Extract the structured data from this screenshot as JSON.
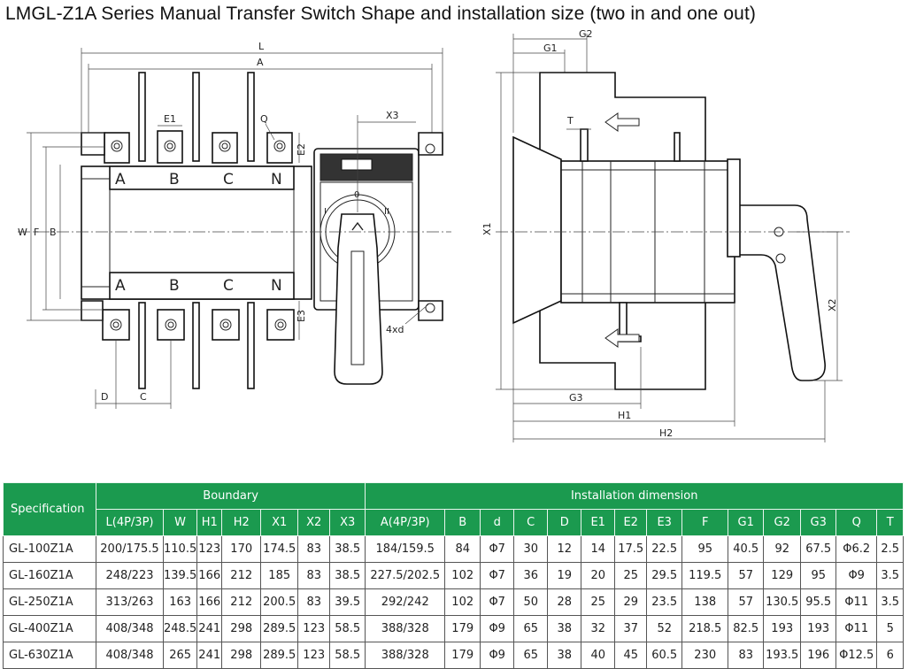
{
  "title": "LMGL-Z1A Series Manual Transfer Switch Shape and installation size (two in and one out)",
  "drawing": {
    "front_labels": {
      "L": "L",
      "A": "A",
      "E1": "E1",
      "Q": "Q",
      "X3": "X3",
      "E2": "E2",
      "E3": "E3",
      "W": "W",
      "F": "F",
      "B": "B",
      "D": "D",
      "C": "C",
      "d4": "4xd"
    },
    "pole_letters": [
      "A",
      "B",
      "C",
      "N"
    ],
    "dial_marks": [
      "I",
      "0",
      "II"
    ],
    "side_labels": {
      "G1": "G1",
      "G2": "G2",
      "T": "T",
      "X1": "X1",
      "X2": "X2",
      "G3": "G3",
      "H1": "H1",
      "H2": "H2"
    }
  },
  "table": {
    "specification": "Specification",
    "boundary": "Boundary",
    "installation": "Installation dimension",
    "columns": [
      "L(4P/3P)",
      "W",
      "H1",
      "H2",
      "X1",
      "X2",
      "X3",
      "A(4P/3P)",
      "B",
      "d",
      "C",
      "D",
      "E1",
      "E2",
      "E3",
      "F",
      "G1",
      "G2",
      "G3",
      "Q",
      "T"
    ],
    "rows": [
      [
        "GL-100Z1A",
        "200/175.5",
        "110.5",
        "123",
        "170",
        "174.5",
        "83",
        "38.5",
        "184/159.5",
        "84",
        "Φ7",
        "30",
        "12",
        "14",
        "17.5",
        "22.5",
        "95",
        "40.5",
        "92",
        "67.5",
        "Φ6.2",
        "2.5"
      ],
      [
        "GL-160Z1A",
        "248/223",
        "139.5",
        "166",
        "212",
        "185",
        "83",
        "38.5",
        "227.5/202.5",
        "102",
        "Φ7",
        "36",
        "19",
        "20",
        "25",
        "29.5",
        "119.5",
        "57",
        "129",
        "95",
        "Φ9",
        "3.5"
      ],
      [
        "GL-250Z1A",
        "313/263",
        "163",
        "166",
        "212",
        "200.5",
        "83",
        "39.5",
        "292/242",
        "102",
        "Φ7",
        "50",
        "28",
        "25",
        "29",
        "23.5",
        "138",
        "57",
        "130.5",
        "95.5",
        "Φ11",
        "3.5"
      ],
      [
        "GL-400Z1A",
        "408/348",
        "248.5",
        "241",
        "298",
        "289.5",
        "123",
        "58.5",
        "388/328",
        "179",
        "Φ9",
        "65",
        "38",
        "32",
        "37",
        "52",
        "218.5",
        "82.5",
        "193",
        "193",
        "Φ11",
        "5"
      ],
      [
        "GL-630Z1A",
        "408/348",
        "265",
        "241",
        "298",
        "289.5",
        "123",
        "58.5",
        "388/328",
        "179",
        "Φ9",
        "65",
        "38",
        "40",
        "45",
        "60.5",
        "230",
        "83",
        "193.5",
        "196",
        "Φ12.5",
        "6"
      ]
    ]
  }
}
